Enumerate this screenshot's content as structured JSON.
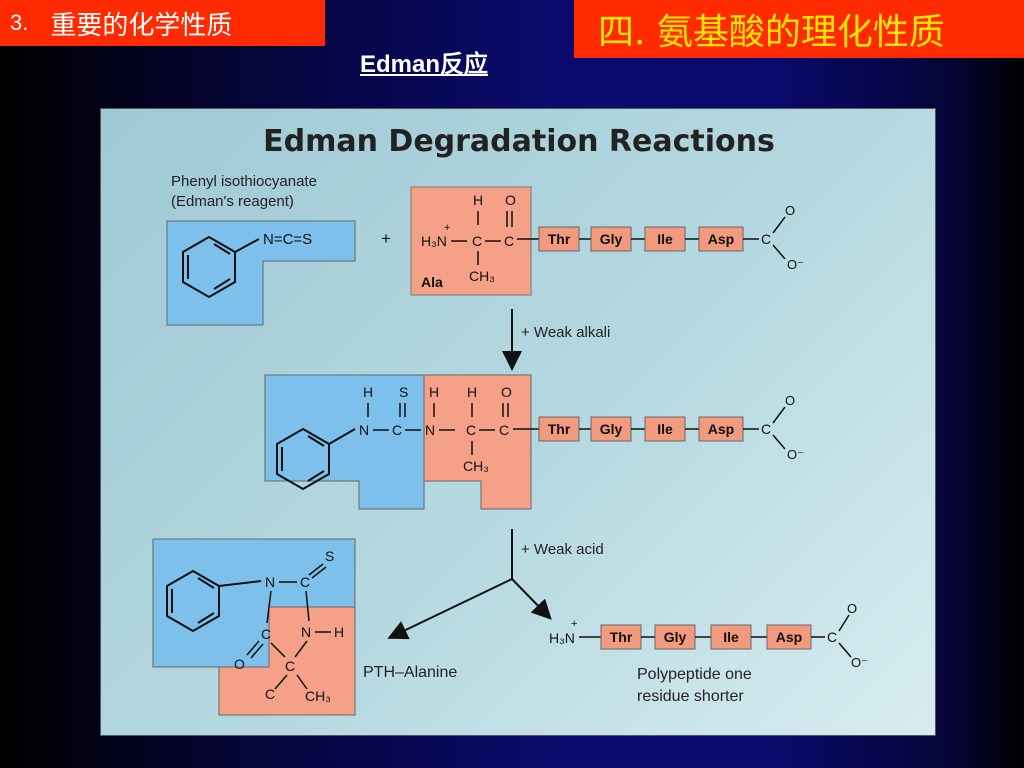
{
  "slide": {
    "section_number": "3.",
    "section_title": "重要的化学性质",
    "chapter_title": "四. 氨基酸的理化性质",
    "subtitle": "Edman反应"
  },
  "figure": {
    "title": "Edman Degradation Reactions",
    "reagent_label_line1": "Phenyl isothiocyanate",
    "reagent_label_line2": "(Edman's reagent)",
    "plus": "+",
    "ala_label": "Ala",
    "step1_label": "+ Weak alkali",
    "step2_label": "+ Weak acid",
    "pth_label": "PTH–Alanine",
    "shorter_label_line1": "Polypeptide one",
    "shorter_label_line2": "residue shorter",
    "residues": [
      "Thr",
      "Gly",
      "Ile",
      "Asp"
    ]
  },
  "colors": {
    "accent_red": "#ff2a00",
    "title_yellow": "#ffe600",
    "blue_box": "#7ec0ec",
    "salmon_box": "#f4a187",
    "residue_box": "#f29a7d"
  }
}
